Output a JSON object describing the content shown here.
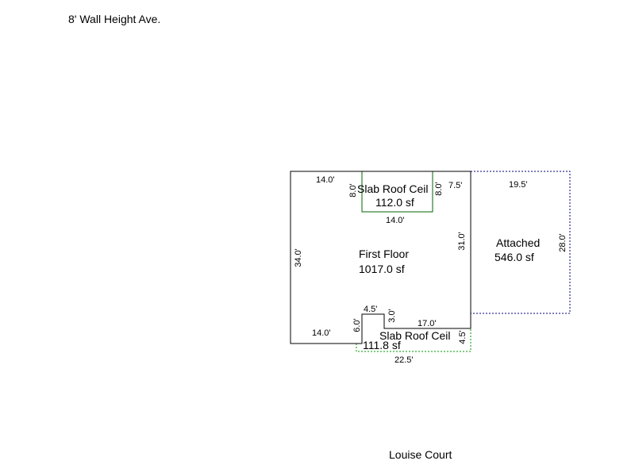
{
  "header": {
    "note": "8' Wall Height Ave."
  },
  "footer": {
    "street": "Louise Court"
  },
  "colors": {
    "wall": "#000000",
    "slab": "#009900",
    "attached": "#000080"
  },
  "areas": {
    "first_floor": {
      "name": "First Floor",
      "size": "1017.0 sf"
    },
    "slab_top": {
      "name": "Slab Roof Ceil",
      "size": "112.0 sf"
    },
    "slab_bottom": {
      "name": "Slab Roof Ceil",
      "size": "111.8 sf"
    },
    "attached": {
      "name": "Attached",
      "size": "546.0 sf"
    }
  },
  "dimensions": {
    "top_left_width": "14.0'",
    "slab_top_left_depth": "8.0'",
    "slab_top_right_depth": "8.0'",
    "slab_top_width": "14.0'",
    "top_right_width": "7.5'",
    "left_height": "34.0'",
    "right_height": "31.0'",
    "attached_width": "19.5'",
    "attached_height": "28.0'",
    "notch_width": "4.5'",
    "notch_depth": "3.0'",
    "bottom_left_depth": "6.0'",
    "bottom_left_width": "14.0'",
    "bottom_right_width": "17.0'",
    "slab_bottom_depth": "4.5'",
    "slab_bottom_width": "22.5'"
  }
}
